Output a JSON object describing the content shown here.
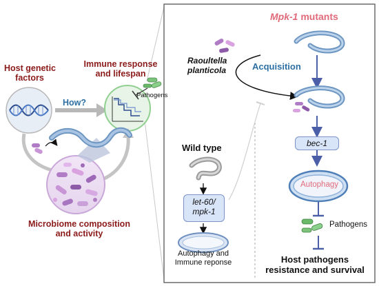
{
  "left": {
    "host_genetic_factors": "Host genetic\nfactors",
    "immune_response": "Immune response\nand lifespan",
    "how": "How?",
    "pathogens_small": "Pathogens",
    "microbiome": "Microbiome composition\nand activity"
  },
  "right": {
    "mpk1_title": "Mpk-1",
    "mpk1_suffix": " mutants",
    "raoultella": "Raoultella\nplanticola",
    "acquisition": "Acquisition",
    "bec1": "bec-1",
    "autophagy": "Autophagy",
    "pathogens": "Pathogens",
    "host_resistance": "Host pathogens\nresistance and survival",
    "wild_type": "Wild type",
    "let60": "let-60/\nmpk-1",
    "autophagy_immune": "Autophagy and\nImmune reponse"
  },
  "colors": {
    "dark_red": "#8b1a1a",
    "steel_blue": "#2c6fa3",
    "arrow_blue": "#4a5fa8",
    "mpk_pink": "#e06a7a",
    "panel_border": "#6b6b6b"
  },
  "icons": [
    "dna-icon",
    "survival-curve-icon",
    "worm-icon",
    "bacteria-icon",
    "gut-cell-icon"
  ]
}
